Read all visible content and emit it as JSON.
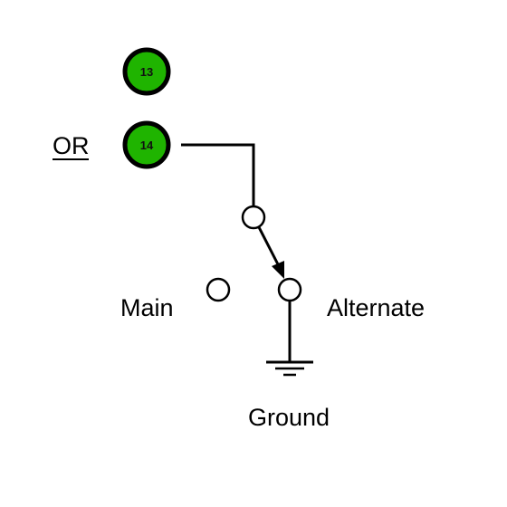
{
  "colors": {
    "pin_fill": "#1fb400",
    "stroke": "#000000",
    "background": "#ffffff"
  },
  "pins": [
    {
      "number": "13",
      "icon": "green-pin-icon"
    },
    {
      "number": "14",
      "icon": "green-pin-icon"
    }
  ],
  "labels": {
    "or": "OR",
    "main": "Main",
    "alternate": "Alternate",
    "ground": "Ground"
  },
  "icons": {
    "ground": "ground-symbol-icon",
    "switch": "switch-contact-icon"
  }
}
